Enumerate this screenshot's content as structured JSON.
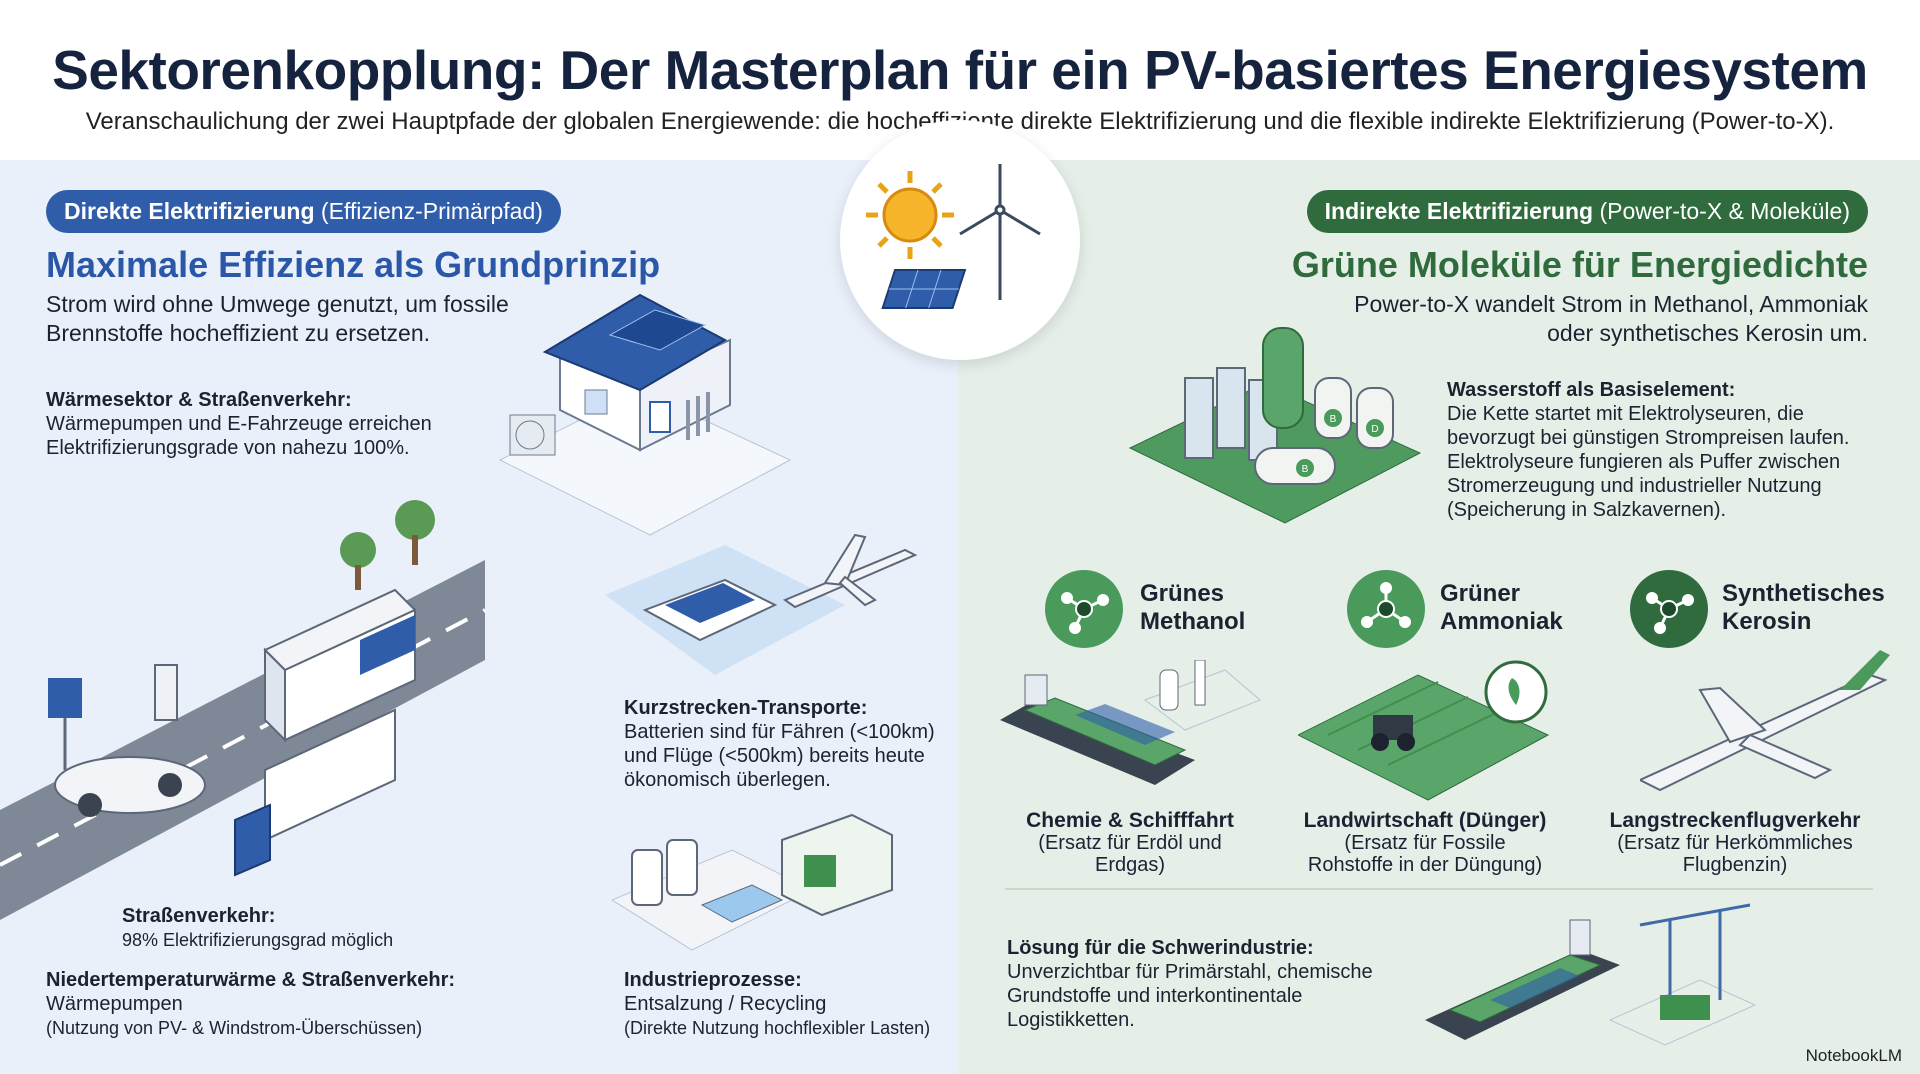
{
  "header": {
    "title": "Sektorenkopplung: Der Masterplan für ein PV-basiertes Energiesystem",
    "subtitle": "Veranschaulichung der zwei Hauptpfade der globalen Energiewende: die hocheffiziente direkte Elektrifizierung und die flexible indirekte Elektrifizierung (Power-to-X)."
  },
  "left": {
    "pill_bold": "Direkte Elektrifizierung",
    "pill_rest": " (Effizienz-Primärpfad)",
    "heading": "Maximale Effizienz als Grundprinzip",
    "intro": "Strom wird ohne Umwege genutzt, um fossile Brennstoffe hocheffizient zu ersetzen.",
    "waerme": {
      "title": "Wärmesektor & Straßenverkehr:",
      "text": "Wärmepumpen und E-Fahrzeuge erreichen Elektrifizierungsgrade von nahezu 100%."
    },
    "kurz": {
      "title": "Kurzstrecken-Transporte:",
      "text": "Batterien sind für Fähren (<100km) und Flüge (<500km) bereits heute ökonomisch überlegen."
    },
    "strasse": {
      "title": "Straßenverkehr:",
      "text": "98% Elektrifizierungsgrad möglich"
    },
    "nieder": {
      "title": "Niedertemperaturwärme & Straßenverkehr:",
      "text": "Wärmepumpen",
      "note": "(Nutzung von PV- & Windstrom-Überschüssen)"
    },
    "industrie": {
      "title": "Industrieprozesse:",
      "text": "Entsalzung / Recycling",
      "note": "(Direkte Nutzung hochflexibler Lasten)"
    }
  },
  "right": {
    "pill_bold": "Indirekte Elektrifizierung",
    "pill_rest": " (Power-to-X & Moleküle)",
    "heading": "Grüne Moleküle für Energiedichte",
    "intro": "Power-to-X wandelt Strom in Methanol, Ammoniak oder synthetisches Kerosin um.",
    "wasserstoff": {
      "title": "Wasserstoff als Basiselement:",
      "text": "Die Kette startet mit Elektrolyseuren, die bevorzugt bei günstigen Strompreisen laufen. Elektrolyseure fungieren als Puffer zwischen Stromerzeugung und industrieller Nutzung (Speicherung in Salzkavernen)."
    },
    "molecules": [
      {
        "name": "Grünes Methanol",
        "use": "Chemie & Schifffahrt",
        "note": "(Ersatz für Erdöl und Erdgas)",
        "color": "#4a9a5c"
      },
      {
        "name": "Grüner Ammoniak",
        "use": "Landwirtschaft (Dünger)",
        "note": "(Ersatz für Fossile Rohstoffe in der Düngung)",
        "color": "#4a9a5c"
      },
      {
        "name": "Synthetisches Kerosin",
        "use": "Langstreckenflugverkehr",
        "note": "(Ersatz für Herkömmliches Flugbenzin)",
        "color": "#2f6b3d"
      }
    ],
    "schwer": {
      "title": "Lösung für die Schwerindustrie:",
      "text": "Unverzichtbar für Primärstahl, chemische Grundstoffe und interkontinentale Logistikketten."
    }
  },
  "labels": {
    "b1": "B",
    "b2": "B",
    "d": "D"
  },
  "logo": "NotebookLM",
  "colors": {
    "blue": "#2f5daa",
    "green": "#2f6b3d",
    "left_bg": "#e9f0fa",
    "right_bg": "#e5efe8"
  }
}
